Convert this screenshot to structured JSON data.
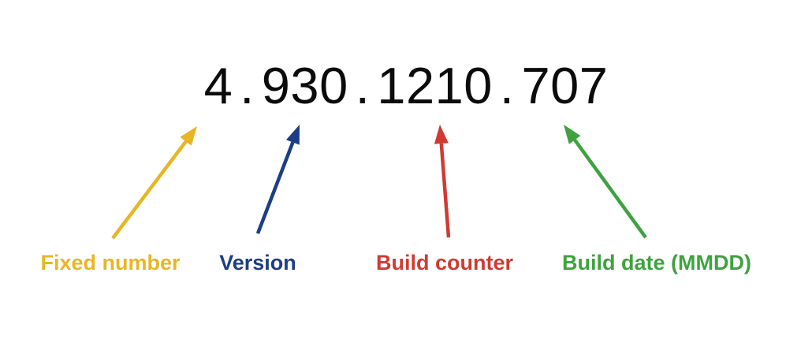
{
  "diagram": {
    "description_colors": {
      "fixed_number": "#e8b524",
      "version": "#1d3e86",
      "build_counter": "#d03a32",
      "build_date": "#3ea33e",
      "number_text": "#0b0b0b",
      "background": "#ffffff"
    },
    "version_number": {
      "separator": ".",
      "parts": [
        {
          "value": "4",
          "label": "Fixed number",
          "color": "#e8b524",
          "arrow": "yellow-arrow"
        },
        {
          "value": "930",
          "label": "Version",
          "color": "#1d3e86",
          "arrow": "blue-arrow"
        },
        {
          "value": "1210",
          "label": "Build counter",
          "color": "#d03a32",
          "arrow": "red-arrow"
        },
        {
          "value": "707",
          "label": "Build date (MMDD)",
          "color": "#3ea33e",
          "arrow": "green-arrow"
        }
      ]
    }
  }
}
